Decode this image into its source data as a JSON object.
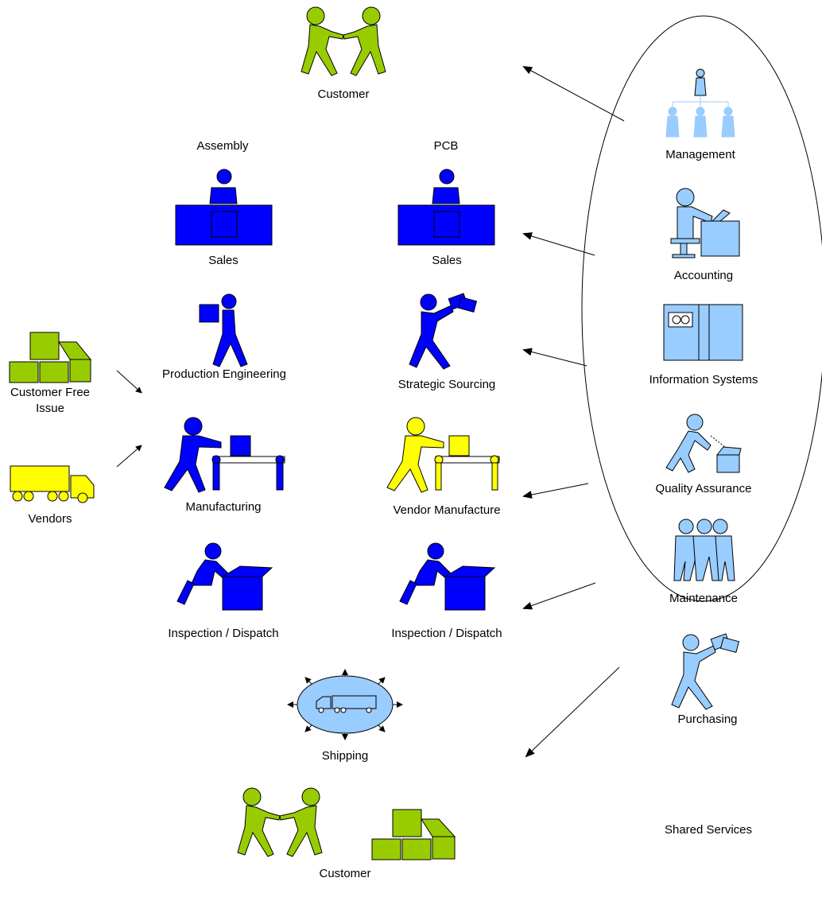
{
  "colors": {
    "green": "#99CC00",
    "blue": "#0000FF",
    "yellow": "#FFFF00",
    "light_blue": "#99CCFF",
    "outline": "#000000"
  },
  "top_customer": {
    "label": "Customer",
    "icon": "handshake-icon"
  },
  "assembly": {
    "heading": "Assembly",
    "sales": "Sales",
    "production_engineering": "Production Engineering",
    "manufacturing": "Manufacturing",
    "inspection_dispatch": "Inspection / Dispatch"
  },
  "pcb": {
    "heading": "PCB",
    "sales": "Sales",
    "strategic_sourcing": "Strategic Sourcing",
    "vendor_manufacture": "Vendor Manufacture",
    "inspection_dispatch": "Inspection / Dispatch"
  },
  "inputs": {
    "customer_free_issue": "Customer Free Issue",
    "vendors": "Vendors"
  },
  "shipping": {
    "label": "Shipping",
    "icon": "truck-icon"
  },
  "bottom_customer": {
    "label": "Customer",
    "icon": "handshake-icon"
  },
  "shared_services": {
    "label": "Shared Services",
    "items": [
      {
        "label": "Management",
        "icon": "org-chart-icon"
      },
      {
        "label": "Accounting",
        "icon": "desk-worker-icon"
      },
      {
        "label": "Information Systems",
        "icon": "server-icon"
      },
      {
        "label": "Quality Assurance",
        "icon": "inspector-icon"
      },
      {
        "label": "Maintenance",
        "icon": "team-icon"
      },
      {
        "label": "Purchasing",
        "icon": "money-carrier-icon"
      }
    ]
  }
}
